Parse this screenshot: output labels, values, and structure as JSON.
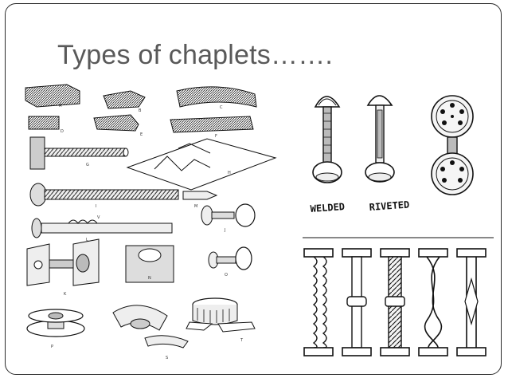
{
  "slide": {
    "title": "Types of chaplets……."
  },
  "left_figure": {
    "part_labels": [
      "A",
      "B",
      "C",
      "D",
      "E",
      "F",
      "G",
      "H",
      "I",
      "M",
      "J",
      "V",
      "L",
      "K",
      "N",
      "O",
      "P",
      "S",
      "T"
    ]
  },
  "right_figure": {
    "captions": {
      "welded": "WELDED",
      "riveted": "RIVETED"
    }
  }
}
